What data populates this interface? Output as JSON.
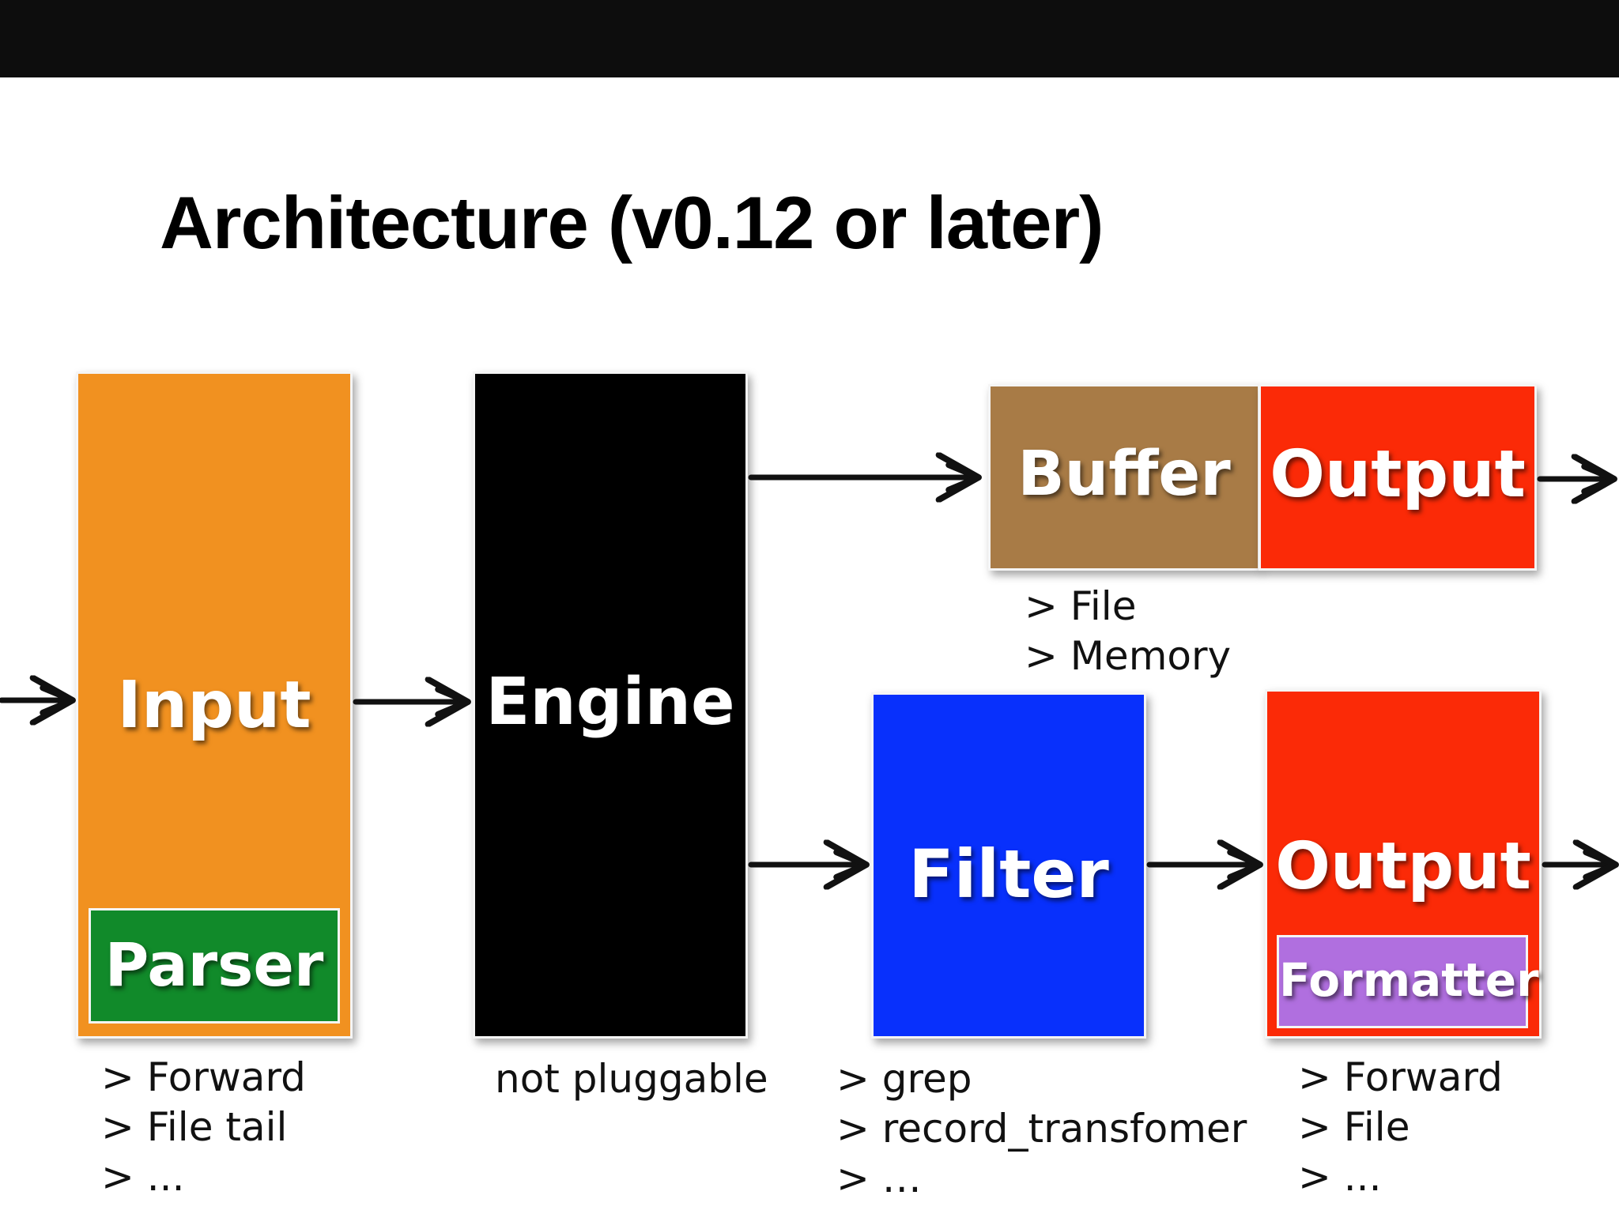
{
  "title": "Architecture (v0.12 or later)",
  "colors": {
    "input": "#f19120",
    "parser": "#118a2a",
    "engine": "#000000",
    "buffer": "#a87b46",
    "output": "#fb2a07",
    "filter": "#0830fc",
    "formatter": "#b06fdf"
  },
  "boxes": {
    "input": "Input",
    "parser": "Parser",
    "engine": "Engine",
    "buffer": "Buffer",
    "output_top": "Output",
    "filter": "Filter",
    "output_bottom": "Output",
    "formatter": "Formatter"
  },
  "notes": {
    "input": [
      "> Forward",
      "> File tail",
      "> ..."
    ],
    "engine": [
      "not pluggable"
    ],
    "buffer": [
      "> File",
      "> Memory"
    ],
    "filter": [
      "> grep",
      "> record_transfomer",
      "> …"
    ],
    "output": [
      "> Forward",
      "> File",
      "> ..."
    ]
  }
}
